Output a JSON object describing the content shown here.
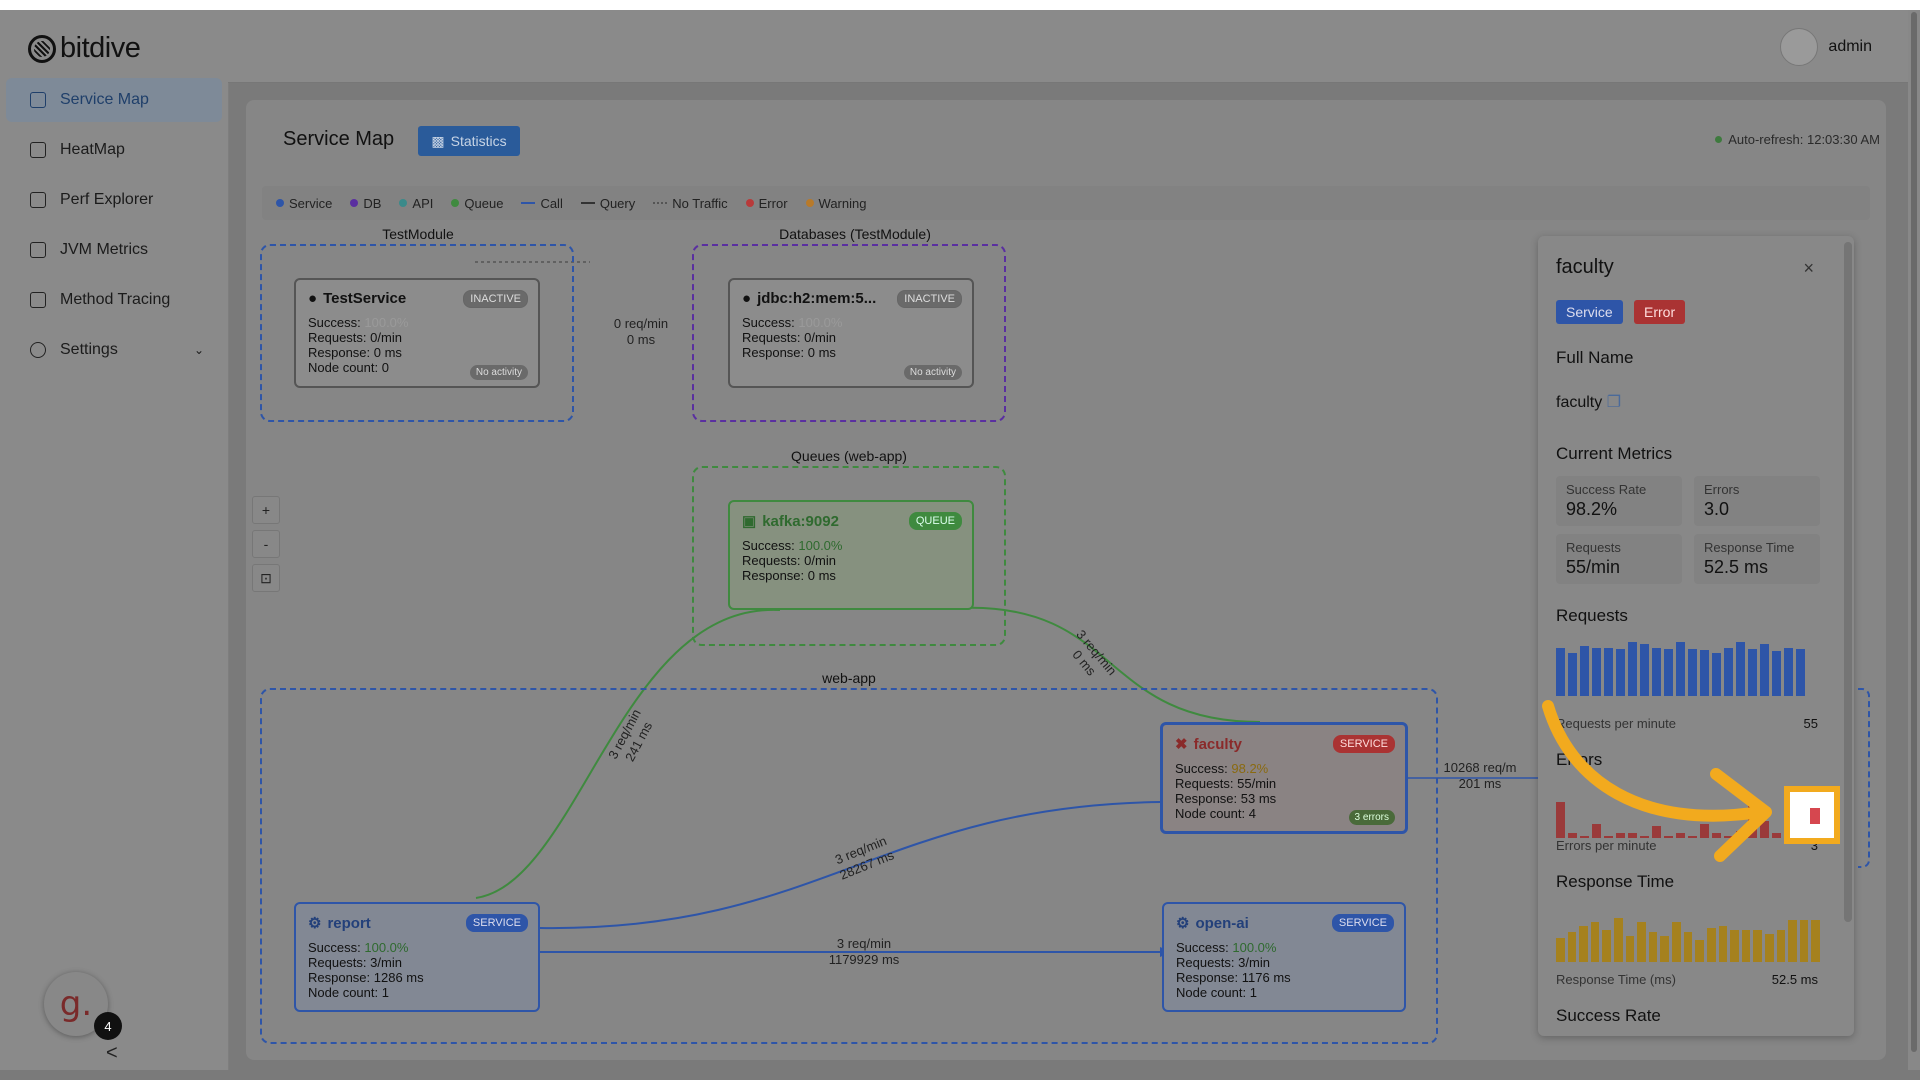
{
  "app": {
    "brand": "bitdive",
    "user": "admin"
  },
  "sidebar": {
    "items": [
      {
        "label": "Service Map",
        "icon": "service-map-icon",
        "active": true
      },
      {
        "label": "HeatMap",
        "icon": "heatmap-icon"
      },
      {
        "label": "Perf Explorer",
        "icon": "perf-explorer-icon"
      },
      {
        "label": "JVM Metrics",
        "icon": "jvm-metrics-icon"
      },
      {
        "label": "Method Tracing",
        "icon": "method-tracing-icon"
      },
      {
        "label": "Settings",
        "icon": "gear-icon"
      }
    ],
    "avatar_letter": "g.",
    "notification_count": "4",
    "collapse_glyph": "<"
  },
  "header": {
    "title": "Service Map",
    "stats_button": "Statistics",
    "auto_refresh": "Auto-refresh: 12:03:30 AM"
  },
  "legend": [
    {
      "label": "Service",
      "color": "#2e55a8",
      "kind": "dot"
    },
    {
      "label": "DB",
      "color": "#5a2fa0",
      "kind": "dot"
    },
    {
      "label": "API",
      "color": "#3a8a8a",
      "kind": "dot"
    },
    {
      "label": "Queue",
      "color": "#3f8a3f",
      "kind": "dot"
    },
    {
      "label": "Call",
      "color": "#2e55a8",
      "kind": "line"
    },
    {
      "label": "Query",
      "color": "#333333",
      "kind": "line"
    },
    {
      "label": "No Traffic",
      "color": "#555555",
      "kind": "dash"
    },
    {
      "label": "Error",
      "color": "#b83a3a",
      "kind": "dot"
    },
    {
      "label": "Warning",
      "color": "#b87a2a",
      "kind": "dot"
    }
  ],
  "zoom": {
    "in": "+",
    "out": "-",
    "fit": "⊡"
  },
  "groups": {
    "testmodule": "TestModule",
    "databases": "Databases (TestModule)",
    "queues": "Queues (web-app)",
    "webapp": "web-app"
  },
  "nodes": {
    "testservice": {
      "name": "TestService",
      "tag": "INACTIVE",
      "success_label": "Success:",
      "success": "100.0%",
      "requests": "Requests: 0/min",
      "response": "Response: 0 ms",
      "node_count": "Node count: 0",
      "note": "No activity"
    },
    "jdbc": {
      "name": "jdbc:h2:mem:5...",
      "tag": "INACTIVE",
      "success_label": "Success:",
      "success": "100.0%",
      "requests": "Requests: 0/min",
      "response": "Response: 0 ms",
      "note": "No activity"
    },
    "kafka": {
      "name": "kafka:9092",
      "tag": "QUEUE",
      "success_label": "Success:",
      "success": "100.0%",
      "requests": "Requests: 0/min",
      "response": "Response: 0 ms"
    },
    "faculty": {
      "name": "faculty",
      "tag": "SERVICE",
      "success_label": "Success:",
      "success": "98.2%",
      "requests": "Requests: 55/min",
      "response": "Response: 53 ms",
      "node_count": "Node count: 4",
      "note": "3 errors"
    },
    "report": {
      "name": "report",
      "tag": "SERVICE",
      "success_label": "Success:",
      "success": "100.0%",
      "requests": "Requests: 3/min",
      "response": "Response: 1286 ms",
      "node_count": "Node count: 1"
    },
    "openai": {
      "name": "open-ai",
      "tag": "SERVICE",
      "success_label": "Success:",
      "success": "100.0%",
      "requests": "Requests: 3/min",
      "response": "Response: 1176 ms",
      "node_count": "Node count: 1"
    }
  },
  "edges": {
    "test_db": {
      "rate": "0 req/min",
      "time": "0 ms"
    },
    "report_kafka": {
      "rate": "3 req/min",
      "time": "241 ms"
    },
    "kafka_faculty": {
      "rate": "3 req/min",
      "time": "0 ms"
    },
    "report_faculty": {
      "rate": "3 req/min",
      "time": "28267 ms"
    },
    "report_openai": {
      "rate": "3 req/min",
      "time": "1179929 ms"
    },
    "faculty_out": {
      "rate": "10268 req/m",
      "time": "201 ms"
    }
  },
  "panel": {
    "title": "faculty",
    "close": "×",
    "tags": {
      "service": "Service",
      "error": "Error"
    },
    "full_name_heading": "Full Name",
    "full_name": "faculty",
    "metrics_heading": "Current Metrics",
    "metrics": [
      {
        "label": "Success Rate",
        "value": "98.2%"
      },
      {
        "label": "Errors",
        "value": "3.0"
      },
      {
        "label": "Requests",
        "value": "55/min"
      },
      {
        "label": "Response Time",
        "value": "52.5 ms"
      }
    ],
    "requests_heading": "Requests",
    "requests_caption": "Requests per minute",
    "requests_value": "55",
    "requests_bars": [
      41,
      37,
      43,
      41,
      41,
      40,
      46,
      44,
      41,
      40,
      46,
      40,
      39,
      37,
      41,
      46,
      40,
      44,
      38,
      41,
      40
    ],
    "errors_heading": "Errors",
    "errors_caption": "Errors per minute",
    "errors_value": "3",
    "errors_bars": [
      30,
      4,
      2,
      12,
      2,
      4,
      4,
      2,
      10,
      2,
      4,
      2,
      12,
      4,
      2,
      6,
      30,
      14,
      4,
      2,
      4
    ],
    "response_heading": "Response Time",
    "response_caption": "Response Time (ms)",
    "response_value": "52.5 ms",
    "response_bars": [
      24,
      30,
      36,
      40,
      32,
      44,
      26,
      40,
      30,
      26,
      40,
      30,
      22,
      34,
      36,
      32,
      32,
      32,
      28,
      32,
      42,
      42,
      42
    ],
    "success_heading": "Success Rate"
  },
  "colors": {
    "service_blue": "#2e55a8",
    "queue_green": "#3f8a3f",
    "db_purple": "#5a2fa0",
    "error_red": "#b83a3a",
    "highlight": "#f2aa1e"
  }
}
